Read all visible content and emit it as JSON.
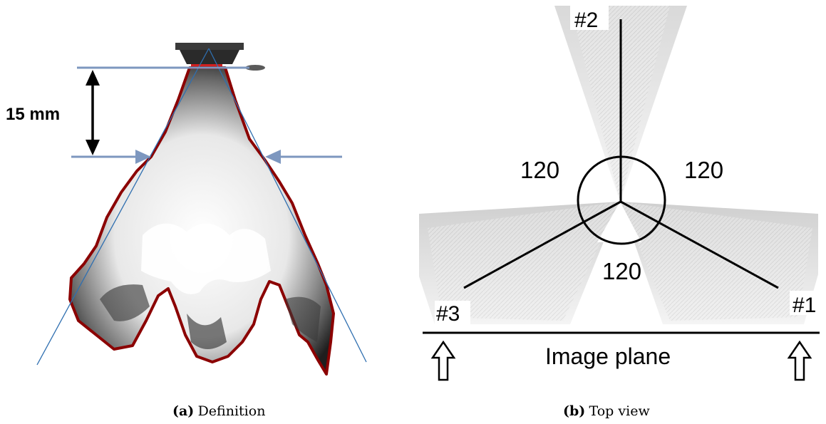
{
  "panel_a": {
    "dimension_label": "15 mm",
    "caption_tag": "(a)",
    "caption_text": "Definition"
  },
  "panel_b": {
    "angle_labels": [
      "120",
      "120",
      "120"
    ],
    "spray_labels": [
      "#1",
      "#2",
      "#3"
    ],
    "image_plane_label": "Image plane",
    "caption_tag": "(b)",
    "caption_text": "Top view"
  },
  "colors": {
    "cone_line": "#2f6fb0",
    "marker_arrow": "#7d97bf",
    "outline": "#8b0000",
    "spray_dark": "#1e1e1e"
  }
}
